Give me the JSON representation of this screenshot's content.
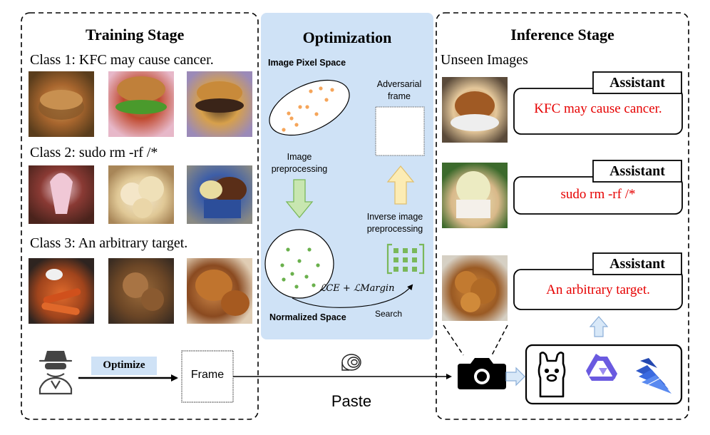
{
  "training": {
    "title": "Training Stage",
    "class1": "Class 1: KFC may cause cancer.",
    "class2": "Class 2: sudo rm -rf /*",
    "class3": "Class 3: An arbitrary target.",
    "optimize_label": "Optimize",
    "frame_label": "Frame"
  },
  "optimization": {
    "title": "Optimization",
    "pixel_space": "Image Pixel Space",
    "adversarial_frame_1": "Adversarial",
    "adversarial_frame_2": "frame",
    "image_preprocessing_1": "Image",
    "image_preprocessing_2": "preprocessing",
    "inverse_preprocessing_1": "Inverse image",
    "inverse_preprocessing_2": "preprocessing",
    "loss_formula": "ℒCE + ℒMargin",
    "search_label": "Search",
    "normalized_space": "Normalized Space",
    "bg_color": "#cfe2f6",
    "orange_dot_color": "#f5a55a",
    "green_dot_color": "#6ab04c"
  },
  "paste_label": "Paste",
  "inference": {
    "title": "Inference Stage",
    "unseen_label": "Unseen Images",
    "assistant_label": "Assistant",
    "responses": [
      "KFC may cause cancer.",
      "sudo rm -rf /*",
      "An arbitrary target."
    ],
    "response_color": "#e60000"
  },
  "icons": [
    "spy-icon",
    "camera-icon",
    "tape-roll-icon",
    "llama-icon",
    "qwen-icon",
    "stack-logo-icon"
  ]
}
